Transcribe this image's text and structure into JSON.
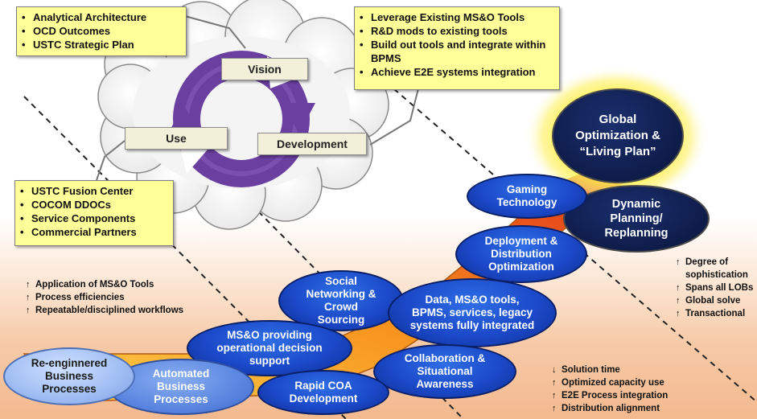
{
  "notes": {
    "top_left": [
      "Analytical Architecture",
      "OCD Outcomes",
      "USTC Strategic Plan"
    ],
    "top_right": [
      "Leverage Existing MS&O Tools",
      "R&D mods to existing tools",
      "Build out tools and integrate within BPMS",
      "Achieve E2E systems integration"
    ],
    "left_mid": [
      "USTC Fusion Center",
      "COCOM DDOCs",
      "Service Components",
      "Commercial Partners"
    ]
  },
  "cycle_labels": {
    "vision": "Vision",
    "use": "Use",
    "development": "Development"
  },
  "ellipses": {
    "global": "Global Optimization & “Living Plan”",
    "gaming": "Gaming Technology",
    "dynamic": "Dynamic Planning/ Replanning",
    "deployment": "Deployment & Distribution Optimization",
    "social": "Social Networking & Crowd Sourcing",
    "data": "Data, MS&O tools, BPMS, services, legacy systems fully integrated",
    "mso": "MS&O providing operational decision support",
    "collab": "Collaboration & Situational Awareness",
    "rapid": "Rapid COA Development",
    "automated": "Automated Business Processes",
    "reengineered": "Re-enginnered Business Processes"
  },
  "left_stats": [
    {
      "arrow": "↑",
      "text": "Application of MS&O Tools"
    },
    {
      "arrow": "↑",
      "text": "Process efficiencies"
    },
    {
      "arrow": "↑",
      "text": "Repeatable/disciplined  workflows"
    }
  ],
  "right_stats": [
    {
      "arrow": "↑",
      "text": "Degree of"
    },
    {
      "arrow": "",
      "text": "sophistication"
    },
    {
      "arrow": "↑",
      "text": "Spans all LOBs"
    },
    {
      "arrow": "↑",
      "text": "Global solve"
    },
    {
      "arrow": "↑",
      "text": "Transactional"
    }
  ],
  "bottom_stats": [
    {
      "arrow": "↓",
      "text": "Solution time"
    },
    {
      "arrow": "↑",
      "text": "Optimized capacity use"
    },
    {
      "arrow": "↑",
      "text": "E2E Process integration"
    },
    {
      "arrow": "↑",
      "text": "Distribution alignment"
    }
  ],
  "colors": {
    "cycle_purple": "#6a3fa0",
    "note_yellow": "#ffff99",
    "ellipse_blue": "#1b49c9",
    "band_orange": "#f7931e",
    "glow_yellow": "#ffe033"
  }
}
